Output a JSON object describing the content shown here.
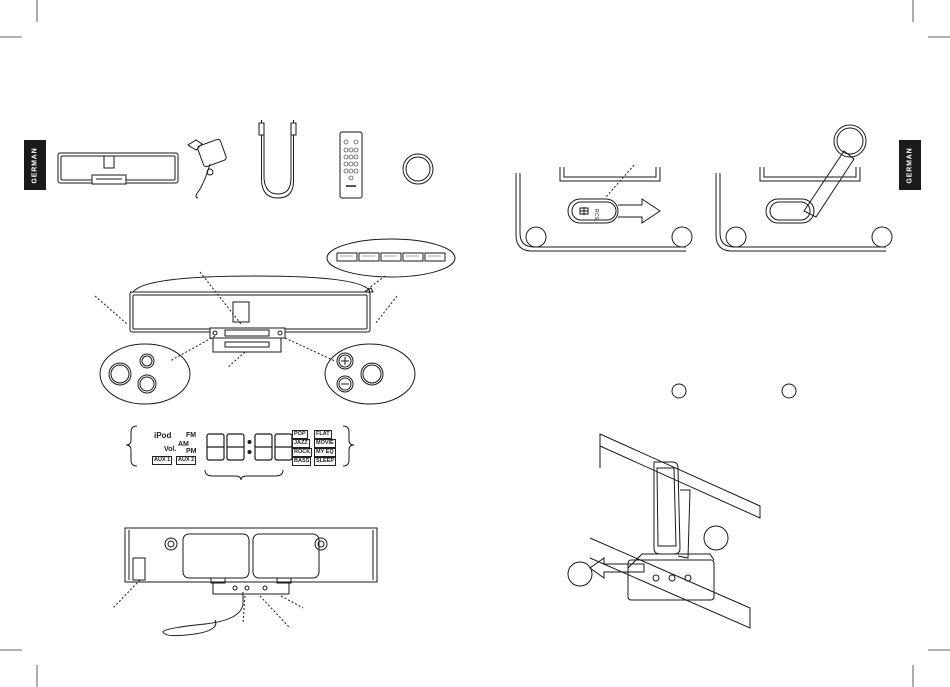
{
  "side_tabs": {
    "left": "GERMAN",
    "right": "GERMAN"
  },
  "lcd": {
    "source": "iPod",
    "fm": "FM",
    "am": "AM",
    "vol": "Vol.",
    "pm": "PM",
    "aux1": "AUX 1",
    "aux2": "AUX 2",
    "eq_presets": [
      "POP",
      "FLAT",
      "JAZZ",
      "MOVIE",
      "ROCK",
      "MY EQ",
      "BASS",
      "SLEEP"
    ]
  },
  "remote": {
    "label": "RCS"
  },
  "icons": [
    "speaker-dock",
    "power-adapter",
    "audio-cable",
    "remote-control",
    "coin-battery",
    "battery-cover",
    "pull-arrow",
    "ipod-dock"
  ],
  "colors": {
    "line": "#1a1a1a",
    "tab_bg": "#1a1a1a",
    "tab_text": "#ffffff"
  }
}
